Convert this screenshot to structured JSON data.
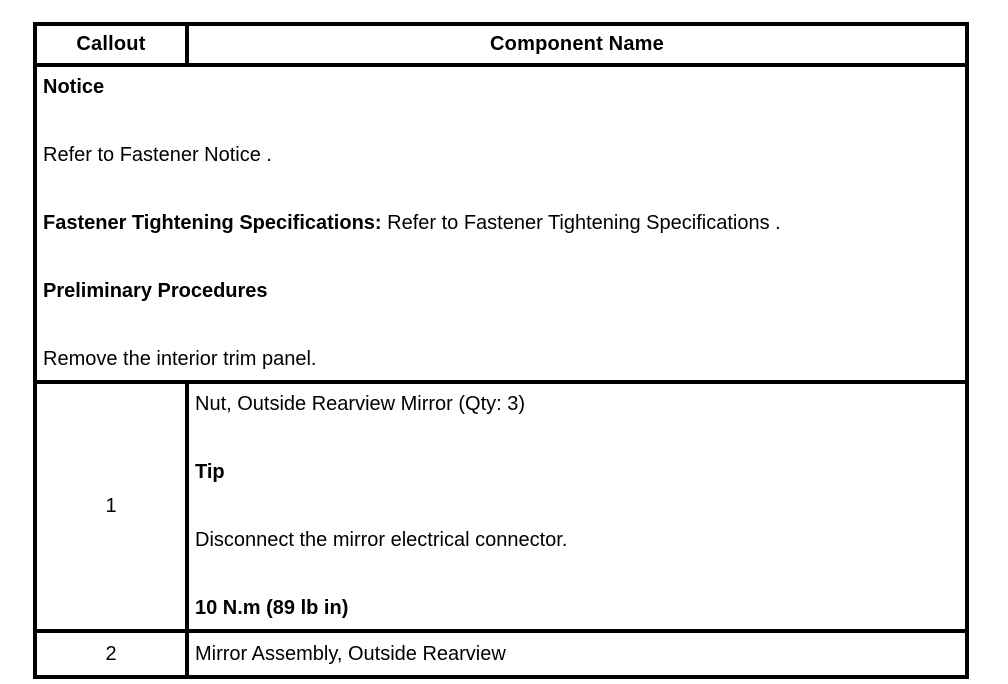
{
  "colors": {
    "background": "#ffffff",
    "text": "#000000",
    "border": "#000000"
  },
  "table": {
    "headers": [
      "Callout",
      "Component Name"
    ],
    "notice": {
      "paragraphs": [
        {
          "bold": "Notice",
          "text": ""
        },
        {
          "bold": "",
          "text": "Refer to Fastener Notice ."
        },
        {
          "bold": "Fastener Tightening Specifications:",
          "text": " Refer to Fastener Tightening Specifications ."
        },
        {
          "bold": "Preliminary Procedures",
          "text": ""
        },
        {
          "bold": "",
          "text": "Remove the interior trim panel."
        }
      ]
    },
    "rows": [
      {
        "callout": "1",
        "paragraphs": [
          {
            "bold": "",
            "text": "Nut, Outside Rearview Mirror (Qty: 3)"
          },
          {
            "bold": "Tip",
            "text": ""
          },
          {
            "bold": "",
            "text": "Disconnect the mirror electrical connector."
          },
          {
            "bold": "10 N.m (89 lb in)",
            "text": ""
          }
        ]
      },
      {
        "callout": "2",
        "paragraphs": [
          {
            "bold": "",
            "text": "Mirror Assembly, Outside Rearview"
          }
        ]
      }
    ]
  }
}
